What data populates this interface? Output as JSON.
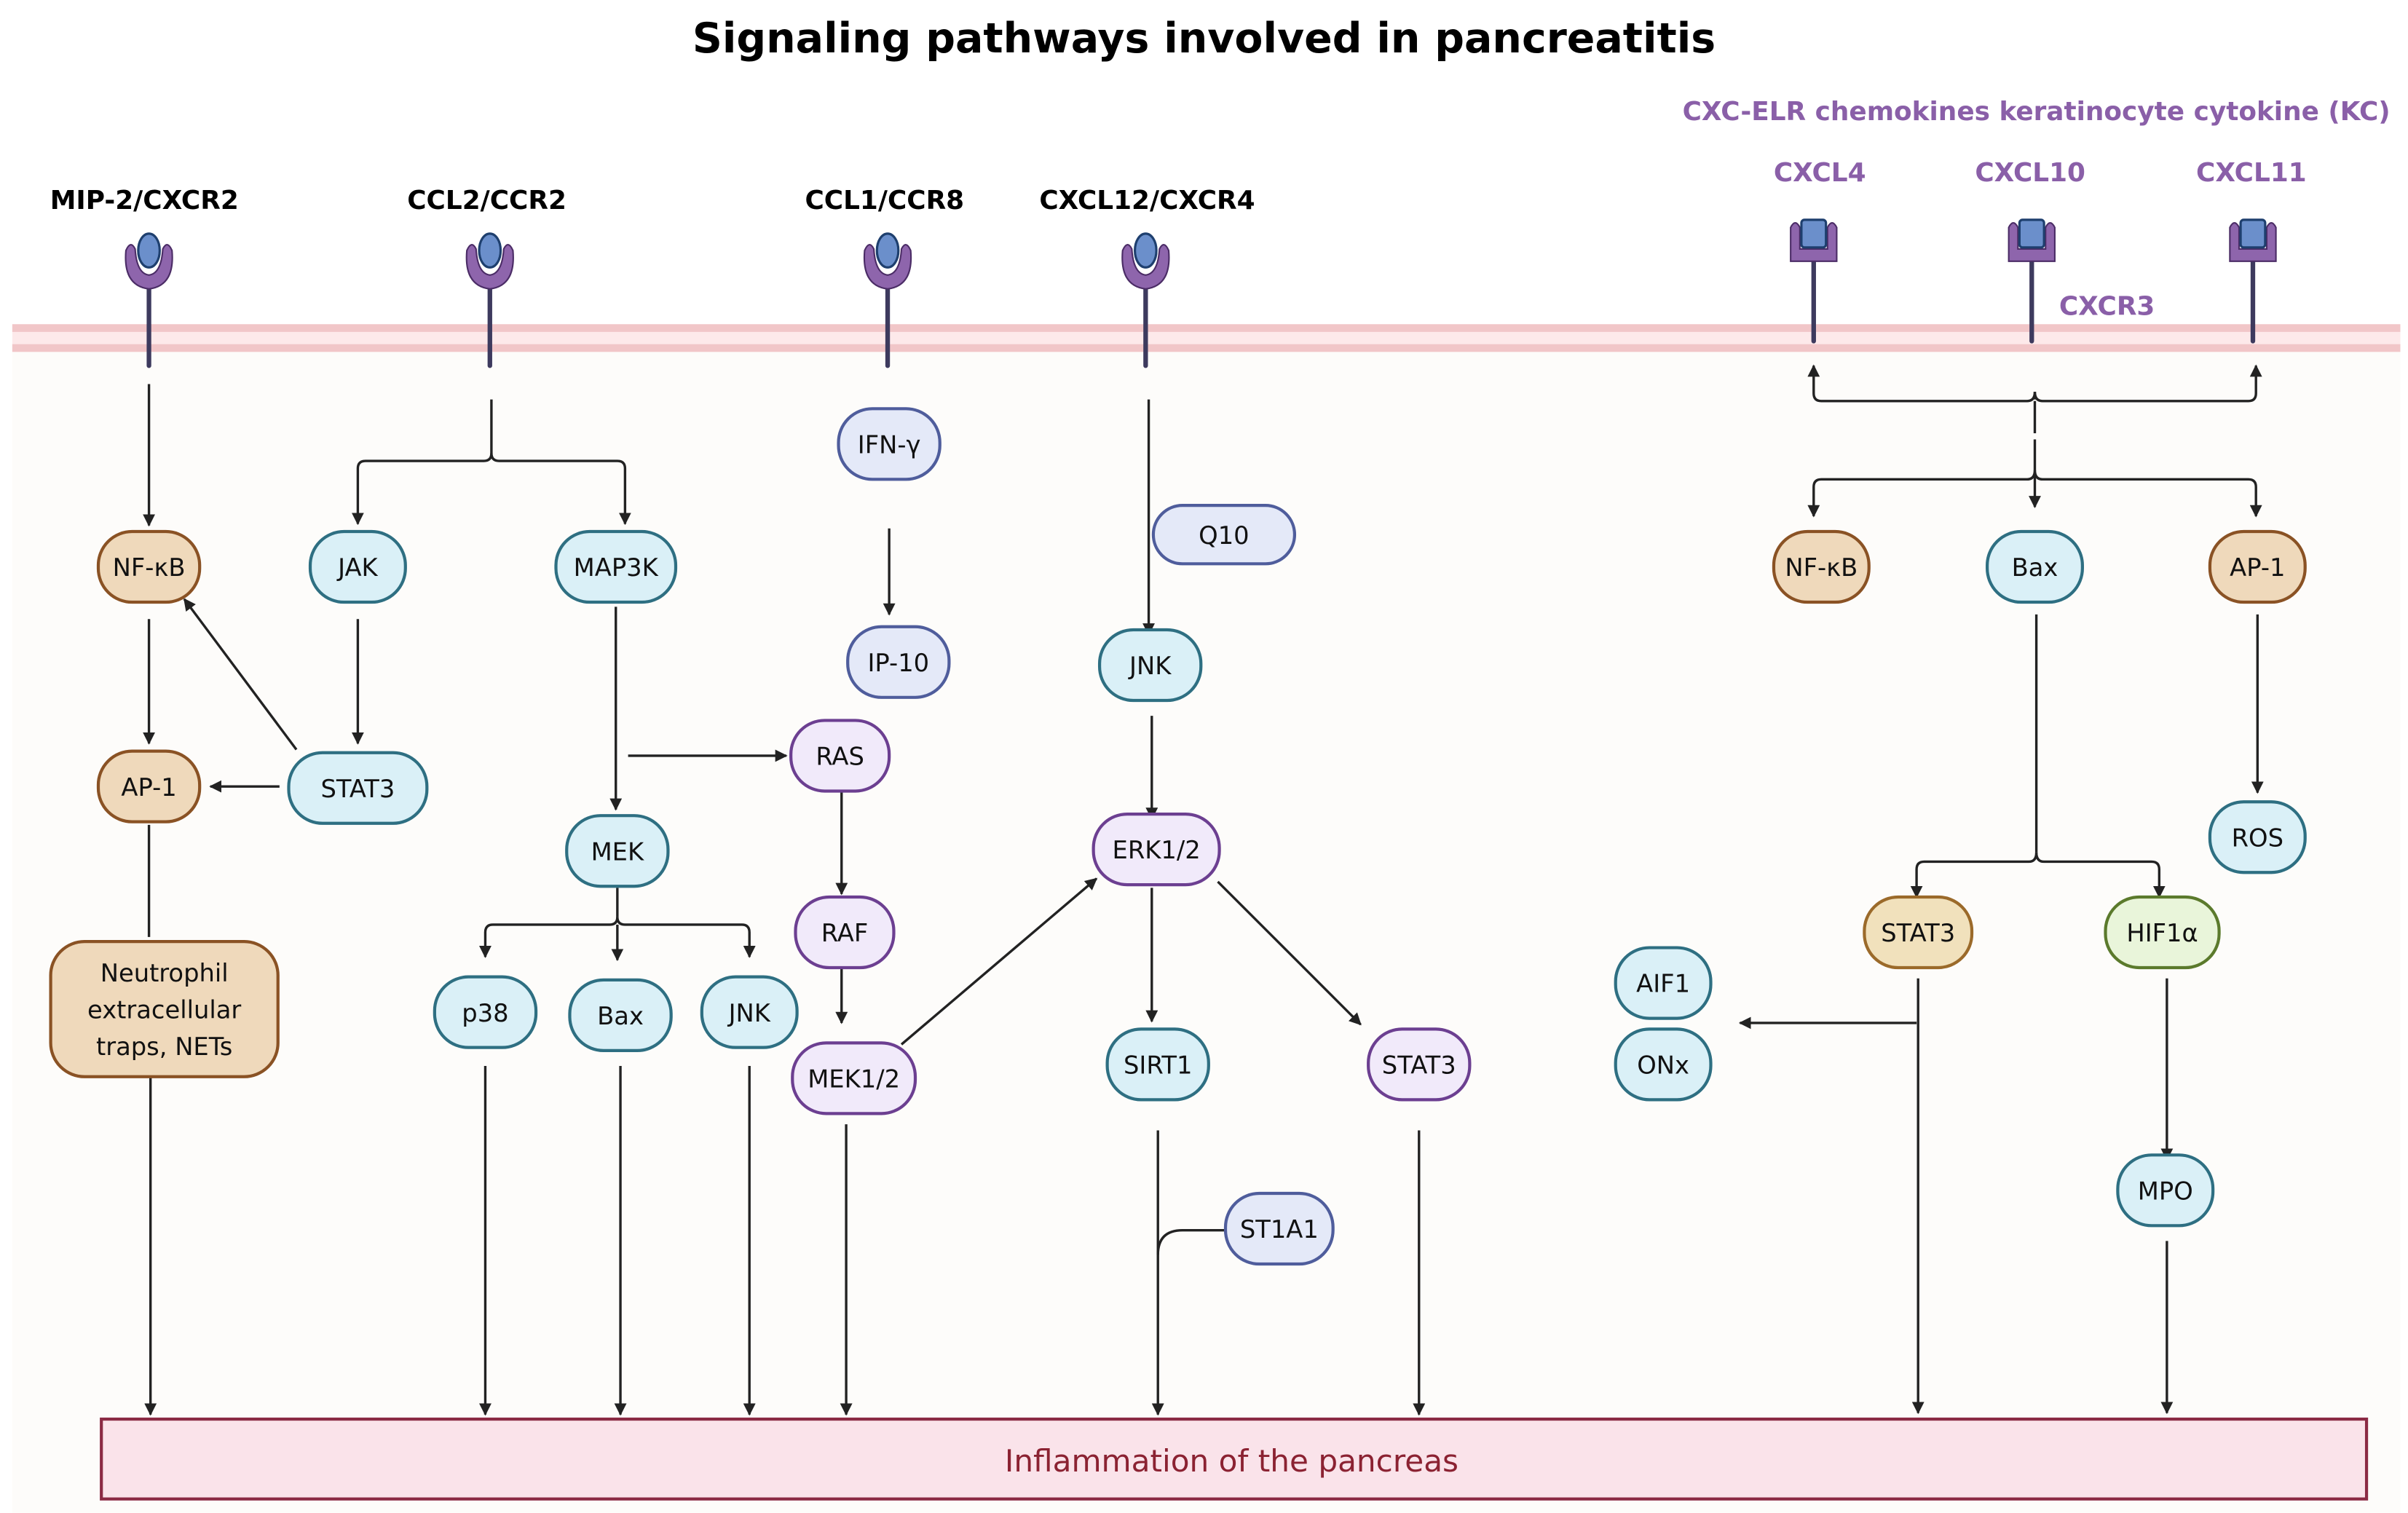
{
  "title": "Signaling pathways involved in pancreatitis",
  "receptors": [
    {
      "id": "mip2",
      "label": "MIP-2/CXCR2"
    },
    {
      "id": "ccl2",
      "label": "CCL2/CCR2"
    },
    {
      "id": "ccl1",
      "label": "CCL1/CCR8"
    },
    {
      "id": "cxcl12",
      "label": "CXCL12/CXCR4"
    }
  ],
  "cxc_group": {
    "heading": "CXC-ELR chemokines keratinocyte cytokine (KC)",
    "ligands": [
      "CXCL4",
      "CXCL10",
      "CXCL11"
    ],
    "receptor_label": "CXCR3"
  },
  "colors": {
    "orange_fill": "#efd9bb",
    "orange_stroke": "#8a5224",
    "blue_fill": "#daf0f7",
    "blue_stroke": "#2e6f82",
    "lavender_fill": "#e4e9f8",
    "lavender_stroke": "#4f5d9c",
    "purple_fill": "#f1eafa",
    "purple_stroke": "#6c3f91",
    "tan_fill": "#f1e1bc",
    "tan_stroke": "#9b6a2a",
    "green_fill": "#e9f5da",
    "green_stroke": "#5b7a2c",
    "membrane": "#f1c6c8",
    "background": "#fdfcfa",
    "outcome_fill": "#fae3ea",
    "outcome_stroke": "#8b2a44",
    "outcome_text": "#8b2232"
  },
  "nodes": [
    {
      "id": "nfkb1",
      "label": "NF-κB",
      "style": "orange"
    },
    {
      "id": "ap1a",
      "label": "AP-1",
      "style": "orange"
    },
    {
      "id": "nets",
      "label": "Neutrophil extracellular traps, NETs",
      "lines": [
        "Neutrophil",
        "extracellular",
        "traps, NETs"
      ],
      "style": "orange"
    },
    {
      "id": "jak",
      "label": "JAK",
      "style": "blue"
    },
    {
      "id": "stat3a",
      "label": "STAT3",
      "style": "blue"
    },
    {
      "id": "map3k",
      "label": "MAP3K",
      "style": "blue"
    },
    {
      "id": "mek",
      "label": "MEK",
      "style": "blue"
    },
    {
      "id": "p38",
      "label": "p38",
      "style": "blue"
    },
    {
      "id": "bax1",
      "label": "Bax",
      "style": "blue"
    },
    {
      "id": "jnk1",
      "label": "JNK",
      "style": "blue"
    },
    {
      "id": "ifng",
      "label": "IFN-γ",
      "style": "lavender"
    },
    {
      "id": "ip10",
      "label": "IP-10",
      "style": "lavender"
    },
    {
      "id": "ras",
      "label": "RAS",
      "style": "purple"
    },
    {
      "id": "raf",
      "label": "RAF",
      "style": "purple"
    },
    {
      "id": "mek12",
      "label": "MEK1/2",
      "style": "purple"
    },
    {
      "id": "q10",
      "label": "Q10",
      "style": "lavender"
    },
    {
      "id": "jnk2",
      "label": "JNK",
      "style": "blue"
    },
    {
      "id": "erk12",
      "label": "ERK1/2",
      "style": "purple"
    },
    {
      "id": "sirt1",
      "label": "SIRT1",
      "style": "blue"
    },
    {
      "id": "stat3b",
      "label": "STAT3",
      "style": "purple"
    },
    {
      "id": "st1a1",
      "label": "ST1A1",
      "style": "lavender"
    },
    {
      "id": "nfkb2",
      "label": "NF-κB",
      "style": "orange"
    },
    {
      "id": "bax2",
      "label": "Bax",
      "style": "blue"
    },
    {
      "id": "ap1b",
      "label": "AP-1",
      "style": "orange"
    },
    {
      "id": "ros",
      "label": "ROS",
      "style": "blue"
    },
    {
      "id": "stat3c",
      "label": "STAT3",
      "style": "tan"
    },
    {
      "id": "hif1a",
      "label": "HIF1α",
      "style": "green"
    },
    {
      "id": "aif1",
      "label": "AIF1",
      "style": "blue"
    },
    {
      "id": "onx",
      "label": "ONx",
      "style": "blue"
    },
    {
      "id": "mpo",
      "label": "MPO",
      "style": "blue"
    }
  ],
  "outcome": "Inflammation of the pancreas"
}
